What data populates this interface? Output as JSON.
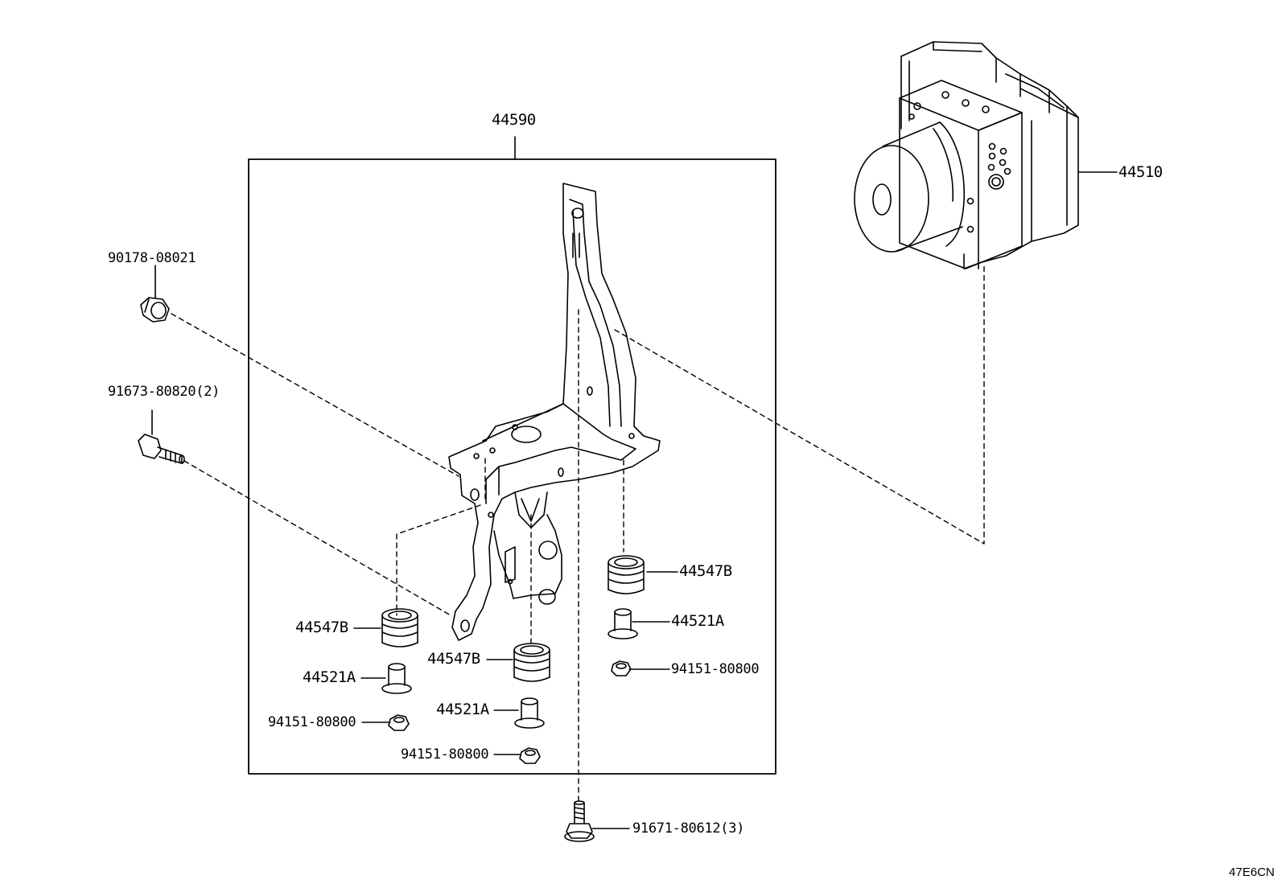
{
  "diagram": {
    "code": "47E6CN",
    "labels": {
      "bracket_assy": "44590",
      "actuator_assy": "44510",
      "nut_90178": "90178-08021",
      "bolt_91673": "91673-80820(2)",
      "cushion_right": "44547B",
      "collar_right": "44521A",
      "nut_right": "94151-80800",
      "cushion_left": "44547B",
      "collar_left": "44521A",
      "nut_left": "94151-80800",
      "cushion_mid": "44547B",
      "collar_mid": "44521A",
      "nut_mid": "94151-80800",
      "bolt_91671": "91671-80612(3)"
    }
  },
  "icons": {
    "actuator": "abs-actuator-icon",
    "bracket": "bracket-icon",
    "nut": "flange-nut-icon",
    "bolt": "flange-bolt-icon",
    "cushion": "rubber-cushion-icon",
    "collar": "collar-icon"
  }
}
